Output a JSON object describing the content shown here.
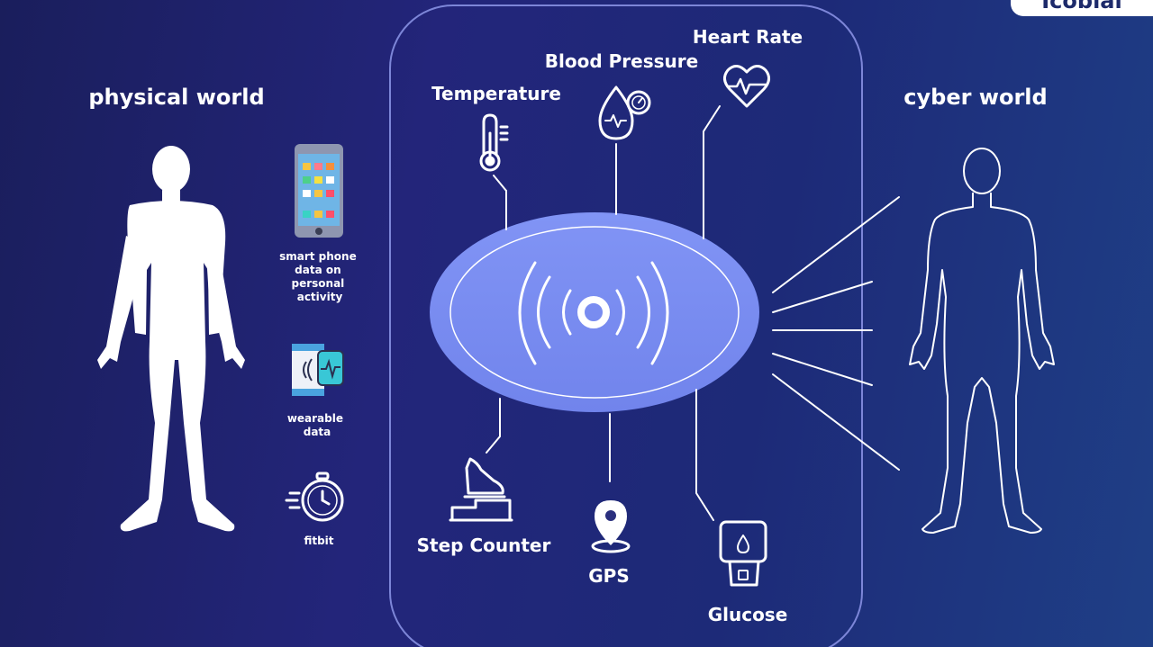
{
  "logo": {
    "text": "Icobial"
  },
  "left": {
    "title": "physical world"
  },
  "right": {
    "title": "cyber world"
  },
  "devices": {
    "phone": [
      "smart phone",
      "data on",
      "personal",
      "activity"
    ],
    "wearable": [
      "wearable",
      "data"
    ],
    "fitbit": [
      "fitbit"
    ]
  },
  "sensors": {
    "temperature": "Temperature",
    "blood_pressure": "Blood Pressure",
    "heart_rate": "Heart Rate",
    "step_counter": "Step Counter",
    "gps": "GPS",
    "glucose": "Glucose"
  },
  "colors": {
    "background_start": "#1a1e5c",
    "background_end": "#1f3f86",
    "hub_fill": "#7b8ef2",
    "panel_border": "#7d86d8",
    "line": "#ffffff"
  },
  "icons": [
    "human-body-solid-icon",
    "human-body-outline-icon",
    "smartphone-icon",
    "wearable-watch-icon",
    "stopwatch-icon",
    "thermometer-icon",
    "blood-pressure-drop-icon",
    "heart-rate-icon",
    "wireless-signal-icon",
    "shoe-step-icon",
    "location-pin-icon",
    "glucose-meter-icon"
  ]
}
